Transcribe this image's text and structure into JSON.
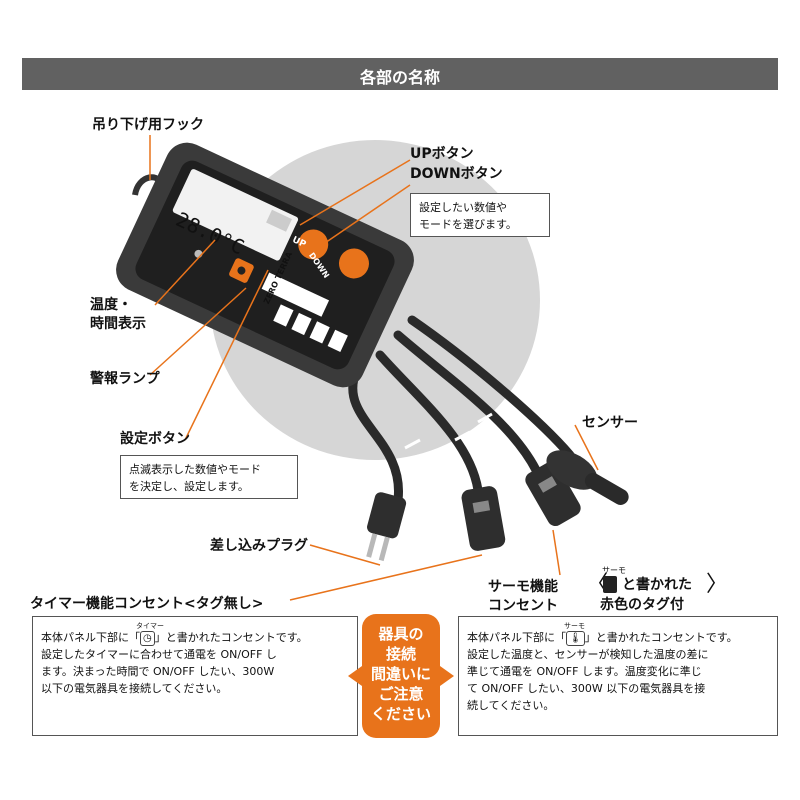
{
  "title": "各部の名称",
  "labels": {
    "hook": "吊り下げ用フック",
    "up_button": "UPボタン",
    "down_button": "DOWNボタン",
    "display": "温度・",
    "display2": "時間表示",
    "alarm": "警報ランプ",
    "set_button": "設定ボタン",
    "sensor": "センサー",
    "plug": "差し込みプラグ",
    "timer_outlet": "タイマー機能コンセント<タグ無し>",
    "thermo_outlet": "サーモ機能",
    "thermo_outlet2": "コンセント",
    "tag_note": "と書かれた",
    "tag_note2": "赤色のタグ付",
    "tag_ruby": "サーモ"
  },
  "boxes": {
    "updown_line1": "設定したい数値や",
    "updown_line2": "モードを選びます。",
    "set_line1": "点滅表示した数値やモード",
    "set_line2": "を決定し、設定します。",
    "timer_pre": "本体パネル下部に「",
    "timer_post": "」と書かれたコンセントです。",
    "timer_ruby": "タイマー",
    "timer_line2": "設定したタイマーに合わせて通電を ON/OFF し",
    "timer_line3": "ます。決まった時間で ON/OFF したい、300W",
    "timer_line4": "以下の電気器具を接続してください。",
    "thermo_pre": "本体パネル下部に「",
    "thermo_post": "」と書かれたコンセントです。",
    "thermo_ruby": "サーモ",
    "thermo_line2": "設定した温度と、センサーが検知した温度の差に",
    "thermo_line3": "準じて通電を ON/OFF します。温度変化に準じ",
    "thermo_line4": "て ON/OFF したい、300W 以下の電気器具を接",
    "thermo_line5": "続してください。"
  },
  "notice": [
    "器具の",
    "接続",
    "間違いに",
    "ご注意",
    "ください"
  ],
  "device": {
    "lcd_temp": "28.0°C",
    "up": "UP",
    "down": "DOWN",
    "brand": "ZERO TERRA"
  },
  "colors": {
    "header": "#616161",
    "accent": "#e8731b",
    "device": "#3a3a3a"
  }
}
